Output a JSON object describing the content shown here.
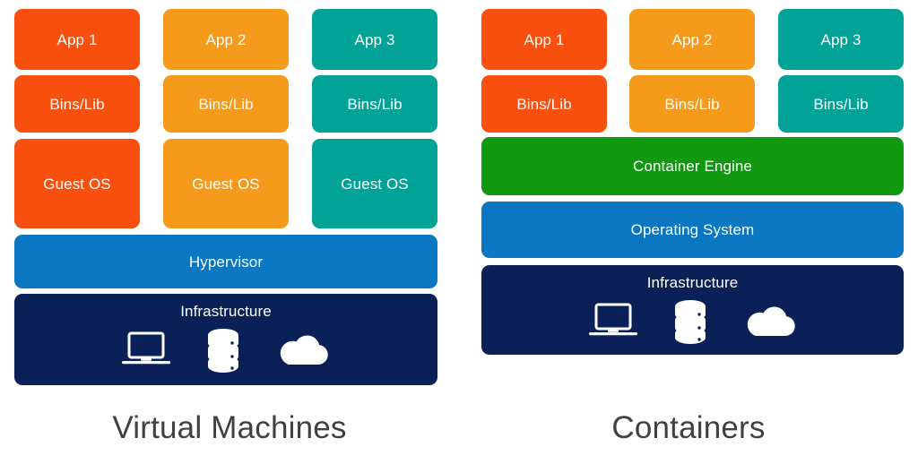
{
  "diagram": {
    "title_hidden": "",
    "colors": {
      "orange_red": "#F9500F",
      "orange": "#F59A1B",
      "teal": "#00A395",
      "blue": "#0B77C2",
      "navy": "#0A2158",
      "green": "#10990F",
      "caption_text": "#404040",
      "box_text": "#FFFFFF",
      "background": "#FFFFFF"
    },
    "panels": [
      {
        "id": "virtual-machines",
        "caption": "Virtual Machines",
        "columns": [
          {
            "id": "col-1",
            "color_key": "orange_red",
            "cells": [
              "App 1",
              "Bins/Lib",
              "Guest OS"
            ]
          },
          {
            "id": "col-2",
            "color_key": "orange",
            "cells": [
              "App 2",
              "Bins/Lib",
              "Guest OS"
            ]
          },
          {
            "id": "col-3",
            "color_key": "teal",
            "cells": [
              "App 3",
              "Bins/Lib",
              "Guest OS"
            ]
          }
        ],
        "full_width_layers": [
          {
            "id": "hypervisor",
            "label": "Hypervisor",
            "color_key": "blue"
          },
          {
            "id": "infrastructure",
            "label": "Infrastructure",
            "color_key": "navy",
            "icons": [
              "laptop-icon",
              "database-icon",
              "cloud-icon"
            ]
          }
        ]
      },
      {
        "id": "containers",
        "caption": "Containers",
        "columns": [
          {
            "id": "col-1",
            "color_key": "orange_red",
            "cells": [
              "App 1",
              "Bins/Lib"
            ]
          },
          {
            "id": "col-2",
            "color_key": "orange",
            "cells": [
              "App 2",
              "Bins/Lib"
            ]
          },
          {
            "id": "col-3",
            "color_key": "teal",
            "cells": [
              "App 3",
              "Bins/Lib"
            ]
          }
        ],
        "full_width_layers": [
          {
            "id": "container-engine",
            "label": "Container Engine",
            "color_key": "green"
          },
          {
            "id": "operating-system",
            "label": "Operating System",
            "color_key": "blue"
          },
          {
            "id": "infrastructure",
            "label": "Infrastructure",
            "color_key": "navy",
            "icons": [
              "laptop-icon",
              "database-icon",
              "cloud-icon"
            ]
          }
        ]
      }
    ]
  }
}
